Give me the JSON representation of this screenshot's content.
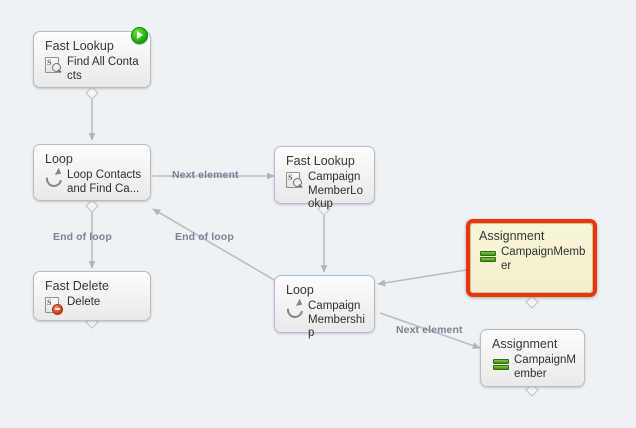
{
  "canvas": {
    "background_color": "#edf2f6",
    "selection_color": "#e8350c",
    "selected_fill_color": "#f5f2cf"
  },
  "nodes": [
    {
      "id": "fast-lookup-contacts",
      "title": "Fast Lookup",
      "subtitle": "Find All Contacts",
      "icon": "record-lookup-icon",
      "badge": "start-element-badge",
      "selected": false
    },
    {
      "id": "loop-contacts",
      "title": "Loop",
      "subtitle": "Loop Contacts and Find Ca...",
      "icon": "loop-icon",
      "badge": null,
      "selected": false
    },
    {
      "id": "fast-lookup-campaignmember",
      "title": "Fast Lookup",
      "subtitle": "CampaignMemberLookup",
      "icon": "record-lookup-icon",
      "badge": null,
      "selected": false
    },
    {
      "id": "assignment-selected",
      "title": "Assignment",
      "subtitle": "CampaignMember",
      "icon": "assignment-icon",
      "badge": null,
      "selected": true
    },
    {
      "id": "fast-delete",
      "title": "Fast Delete",
      "subtitle": "Delete",
      "icon": "record-delete-icon",
      "badge": null,
      "selected": false
    },
    {
      "id": "loop-campaignmembership",
      "title": "Loop",
      "subtitle": "CampaignMembership",
      "icon": "loop-icon",
      "badge": null,
      "selected": false
    },
    {
      "id": "assignment-bottom",
      "title": "Assignment",
      "subtitle": "CampaignMember",
      "icon": "assignment-icon",
      "badge": null,
      "selected": false
    }
  ],
  "connector_labels": [
    {
      "id": "next-element-top",
      "text": "Next element"
    },
    {
      "id": "end-of-loop-left",
      "text": "End of loop"
    },
    {
      "id": "end-of-loop-middle",
      "text": "End of loop"
    },
    {
      "id": "next-element-bottom",
      "text": "Next element"
    }
  ]
}
